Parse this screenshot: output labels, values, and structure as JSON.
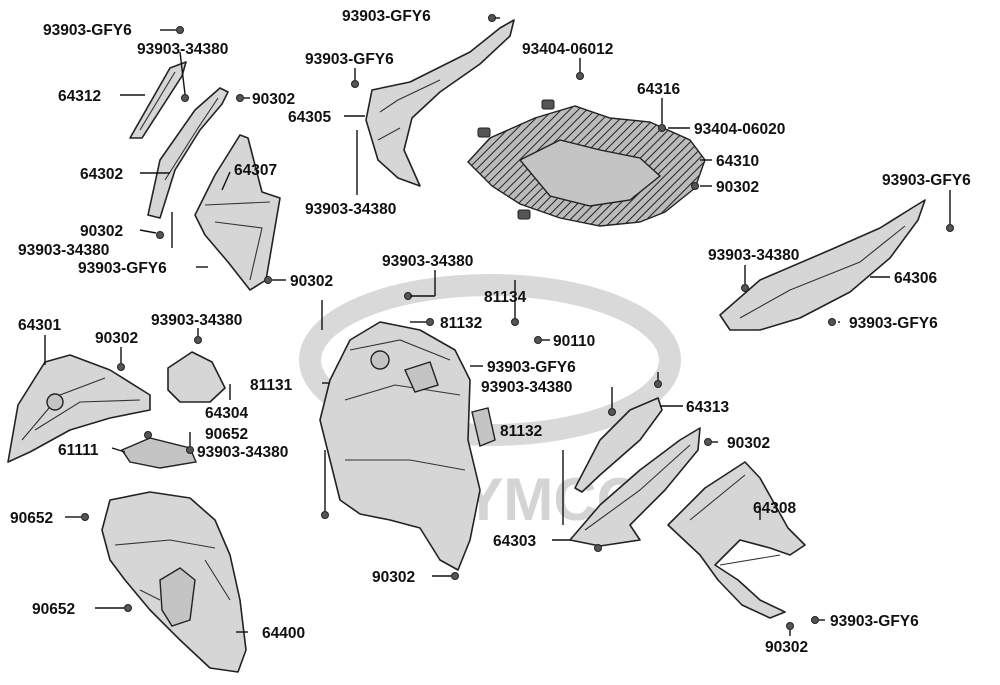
{
  "title": "",
  "watermark": "KYMCO",
  "labels": {
    "l01": "93903-GFY6",
    "l02": "93903-34380",
    "l03": "64312",
    "l04": "90302",
    "l05": "64302",
    "l06": "64307",
    "l07": "90302",
    "l08": "93903-34380",
    "l09": "93903-GFY6",
    "l10": "93903-GFY6",
    "l11": "93903-GFY6",
    "l12": "64305",
    "l13": "93903-34380",
    "l14": "93404-06012",
    "l15": "64316",
    "l16": "93404-06020",
    "l17": "64310",
    "l18": "90302",
    "l19": "93903-GFY6",
    "l20": "93903-34380",
    "l21": "64306",
    "l22": "93903-GFY6",
    "l23": "90302",
    "l24": "93903-34380",
    "l25": "81134",
    "l26": "81132",
    "l27": "90110",
    "l28": "64301",
    "l29": "90302",
    "l30": "93903-34380",
    "l31": "81131",
    "l32": "93903-GFY6",
    "l33": "93903-34380",
    "l34": "64304",
    "l35": "90652",
    "l36": "61111",
    "l37": "93903-34380",
    "l38": "64313",
    "l39": "81132",
    "l40": "90302",
    "l41": "64308",
    "l42": "90652",
    "l43": "64303",
    "l44": "90302",
    "l45": "90652",
    "l46": "64400",
    "l47": "93903-GFY6",
    "l48": "90302"
  }
}
